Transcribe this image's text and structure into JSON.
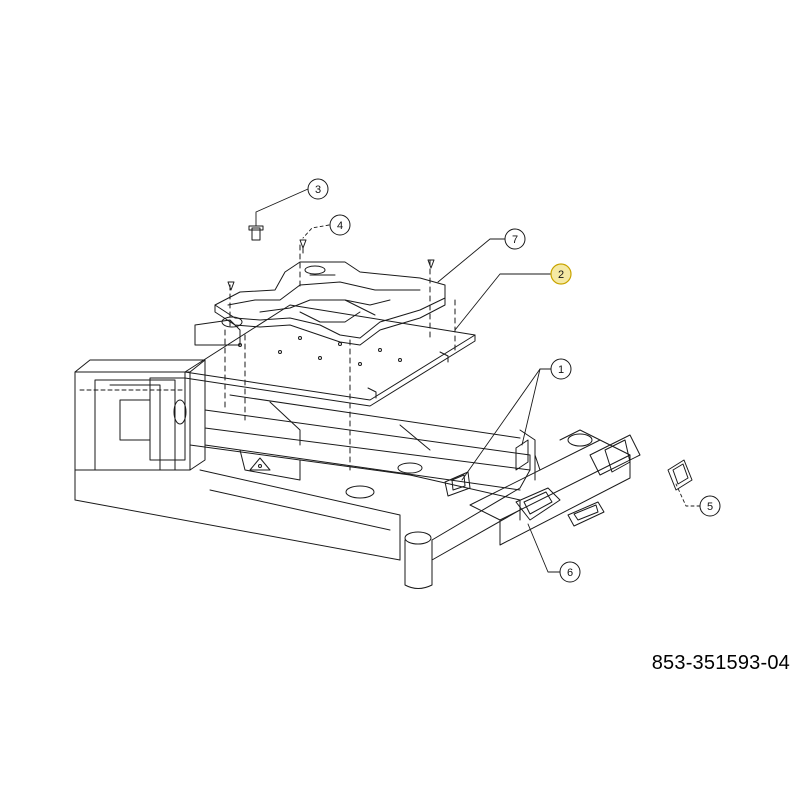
{
  "diagram": {
    "part_number": "853-351593-04",
    "callouts": [
      {
        "id": "callout-3",
        "label": "3",
        "highlighted": false
      },
      {
        "id": "callout-4",
        "label": "4",
        "highlighted": false
      },
      {
        "id": "callout-7",
        "label": "7",
        "highlighted": false
      },
      {
        "id": "callout-2",
        "label": "2",
        "highlighted": true
      },
      {
        "id": "callout-1",
        "label": "1",
        "highlighted": false
      },
      {
        "id": "callout-5",
        "label": "5",
        "highlighted": false
      },
      {
        "id": "callout-6",
        "label": "6",
        "highlighted": false
      }
    ],
    "colors": {
      "line": "#1a1a1a",
      "highlight_fill": "#f5e9a3",
      "highlight_stroke": "#c9a400"
    }
  }
}
